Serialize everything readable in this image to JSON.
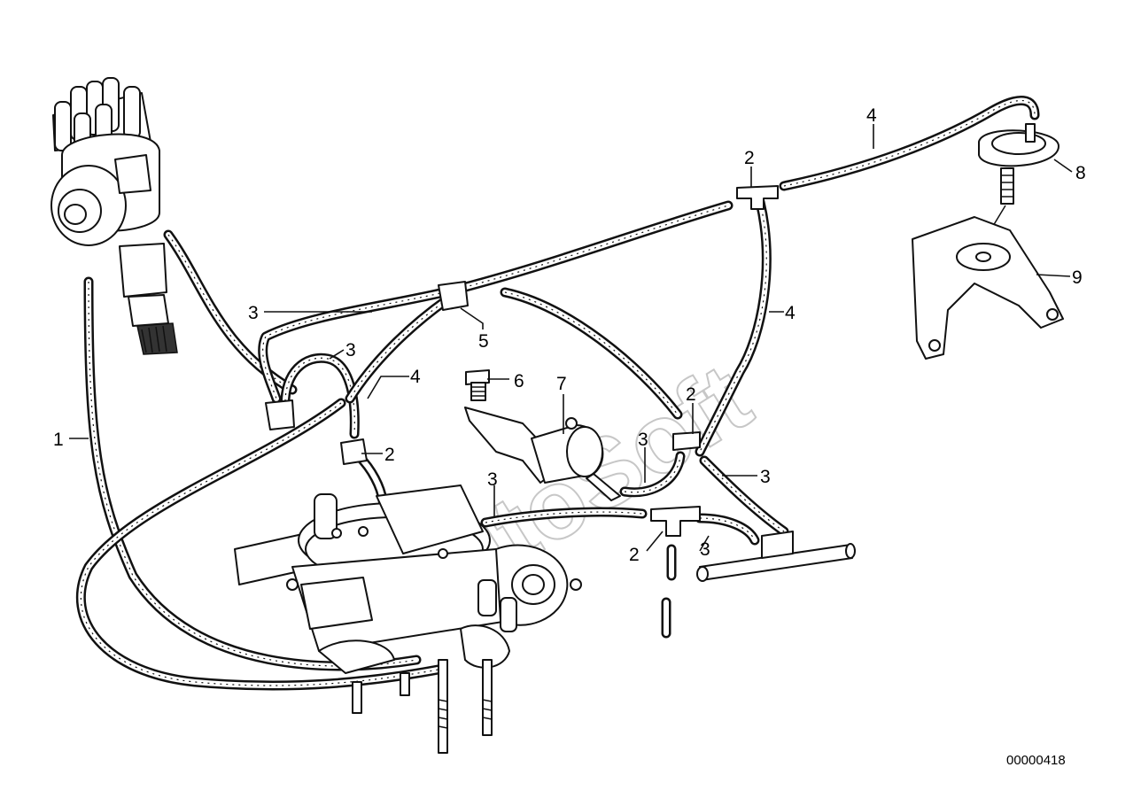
{
  "watermark": "AutoSoft",
  "drawing_id": "00000418",
  "callouts": [
    {
      "id": "c1",
      "text": "1"
    },
    {
      "id": "c2a",
      "text": "2"
    },
    {
      "id": "c2b",
      "text": "2"
    },
    {
      "id": "c2c",
      "text": "2"
    },
    {
      "id": "c2d",
      "text": "2"
    },
    {
      "id": "c3a",
      "text": "3"
    },
    {
      "id": "c3b",
      "text": "3"
    },
    {
      "id": "c3c",
      "text": "3"
    },
    {
      "id": "c3d",
      "text": "3"
    },
    {
      "id": "c3e",
      "text": "3"
    },
    {
      "id": "c3f",
      "text": "3"
    },
    {
      "id": "c4a",
      "text": "4"
    },
    {
      "id": "c4b",
      "text": "4"
    },
    {
      "id": "c4c",
      "text": "4"
    },
    {
      "id": "c5",
      "text": "5"
    },
    {
      "id": "c6",
      "text": "6"
    },
    {
      "id": "c7",
      "text": "7"
    },
    {
      "id": "c8",
      "text": "8"
    },
    {
      "id": "c9",
      "text": "9"
    }
  ]
}
